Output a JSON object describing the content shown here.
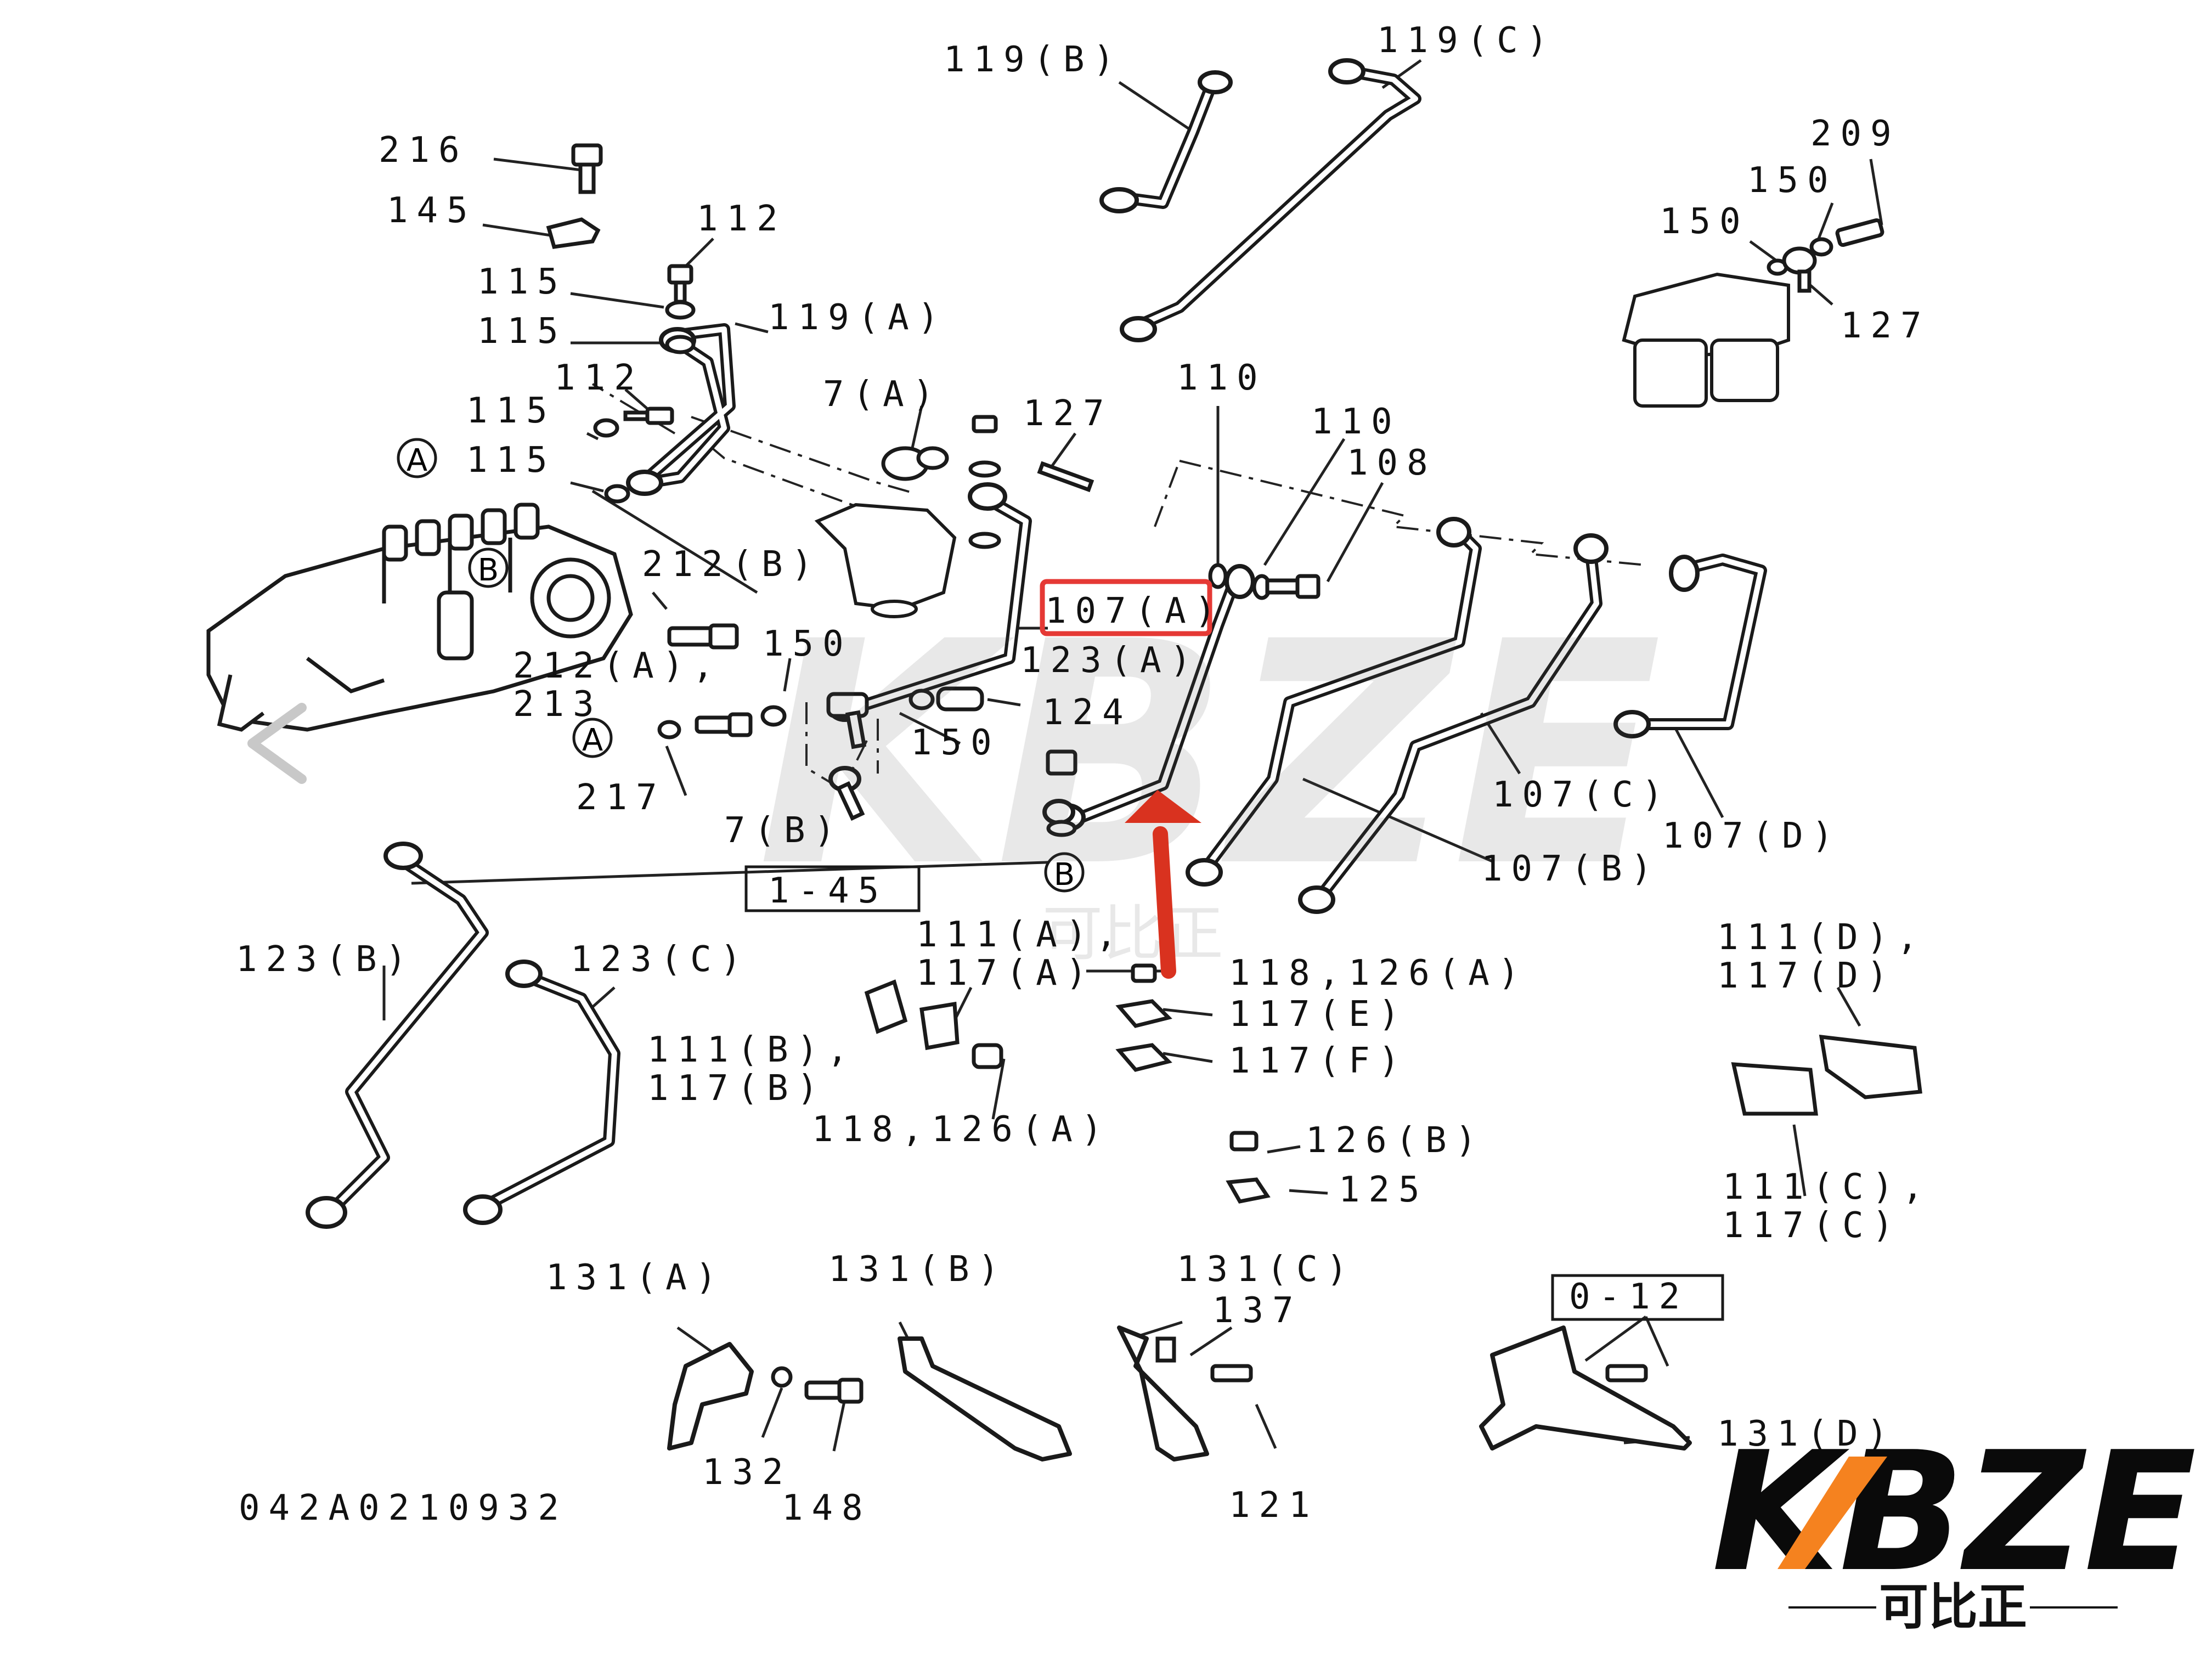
{
  "labels": {
    "l119b": "119(B)",
    "l119c": "119(C)",
    "l209": "209",
    "l150a": "150",
    "l150b": "150",
    "l127a": "127",
    "l216": "216",
    "l145": "145",
    "l112a": "112",
    "l115a": "115",
    "l115b": "115",
    "l119a": "119(A)",
    "l112b": "112",
    "l115c": "115",
    "l115d": "115",
    "l7a": "7(A)",
    "l127b": "127",
    "l110a": "110",
    "l110b": "110",
    "l108": "108",
    "l212b": "212(B)",
    "l107a": "107(A)",
    "l123a": "123(A)",
    "l212a": "212(A),",
    "l213": "213",
    "l150c": "150",
    "l124": "124",
    "l150d": "150",
    "l217": "217",
    "l7b": "7(B)",
    "l107c": "107(C)",
    "l107d": "107(D)",
    "l107b": "107(B)",
    "l145box": "1-45",
    "l123b": "123(B)",
    "l123c": "123(C)",
    "l111a": "111(A),",
    "l117a": "117(A)",
    "l118a": "118,126(A)",
    "l117e": "117(E)",
    "l117f": "117(F)",
    "l111b": "111(B),",
    "l117b": "117(B)",
    "l118b": "118,126(A)",
    "l111d": "111(D),",
    "l117d": "117(D)",
    "l126b": "126(B)",
    "l125": "125",
    "l111c": "111(C),",
    "l117c": "117(C)",
    "l131a": "131(A)",
    "l131b": "131(B)",
    "l131c": "131(C)",
    "l137": "137",
    "l012": "0-12",
    "l131d": "131(D)",
    "l132": "132",
    "l148": "148",
    "l121": "121",
    "docno": "042A0210932"
  },
  "callouts": {
    "A": "A",
    "B": "B"
  },
  "watermark": {
    "brand": "KBZE",
    "sub": "可比正"
  },
  "logo": {
    "brand": "KBZE",
    "sub": "可比正"
  },
  "colors": {
    "highlight": "#e53935",
    "arrow": "#d9321f",
    "ink": "#111111",
    "logo_accent": "#f5821f"
  }
}
